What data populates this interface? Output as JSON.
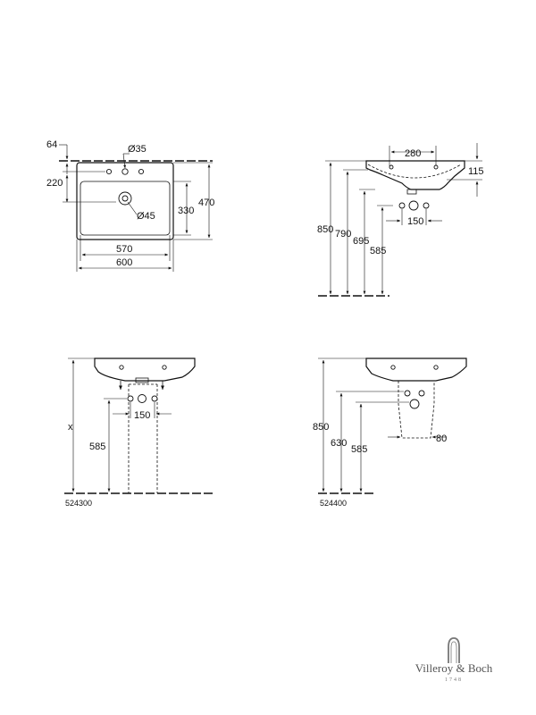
{
  "views": {
    "top": {
      "dims": {
        "d64": "64",
        "d35": "Ø35",
        "d220": "220",
        "d45": "Ø45",
        "d330": "330",
        "d470": "470",
        "d570": "570",
        "d600": "600"
      }
    },
    "side": {
      "dims": {
        "d280": "280",
        "d115": "115",
        "d850": "850",
        "d790": "790",
        "d695": "695",
        "d585": "585",
        "d150": "150"
      }
    },
    "pedestal_front": {
      "dims": {
        "x": "x",
        "d585": "585",
        "d150": "150"
      },
      "code": "524300"
    },
    "pedestal_side": {
      "dims": {
        "d850": "850",
        "d630": "630",
        "d585": "585",
        "d80": "80"
      },
      "code": "524400"
    }
  },
  "brand": {
    "name": "Villeroy & Boch",
    "year": "1748",
    "logo_icon": "villeroy-boch-arch-logo"
  }
}
